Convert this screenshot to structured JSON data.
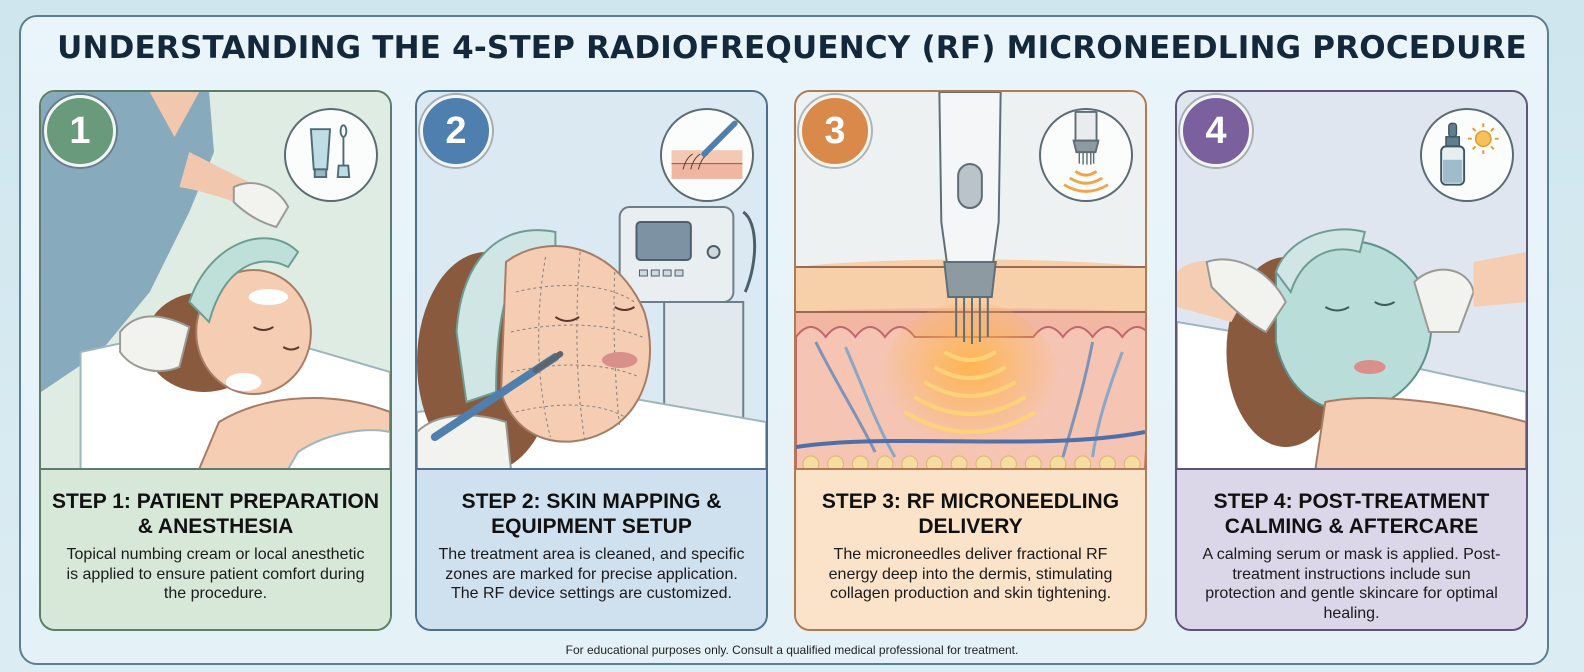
{
  "title": "UNDERSTANDING THE 4-STEP RADIOFREQUENCY (RF) MICRONEEDLING PROCEDURE",
  "steps": [
    {
      "number": "1",
      "title_line1": "STEP 1: PATIENT PREPARATION",
      "title_line2": "& ANESTHESIA",
      "description": "Topical numbing cream or local anesthetic is applied to ensure patient comfort during the procedure.",
      "icon": "cream-tube-and-applicator-icon",
      "illustration": "clinician applying numbing cream to patient's face",
      "colors": {
        "accent": "#6a9a7c",
        "border": "#5d7d68",
        "panel": "#d7e8d9",
        "illus_bg": "#dfece3"
      }
    },
    {
      "number": "2",
      "title_line1": "STEP 2: SKIN MAPPING &",
      "title_line2": "EQUIPMENT SETUP",
      "description": "The treatment area is cleaned, and specific zones are marked for precise application. The RF device settings are customized.",
      "icon": "marker-pen-on-skin-icon",
      "illustration": "face marked with dotted grid next to RF device console",
      "colors": {
        "accent": "#4e7fae",
        "border": "#4d6f8c",
        "panel": "#cfe1ee",
        "illus_bg": "#dbe9f2"
      }
    },
    {
      "number": "3",
      "title_line1": "STEP 3: RF MICRONEEDLING",
      "title_line2": "DELIVERY",
      "description": "The microneedles deliver fractional RF energy deep into the dermis, stimulating collagen production and skin tightening.",
      "icon": "rf-handpiece-with-waves-icon",
      "illustration": "RF handpiece needles penetrating skin layers with energy waves",
      "colors": {
        "accent": "#d98a4a",
        "border": "#b27a4f",
        "panel": "#fbe3c9",
        "illus_bg": "#eef2f2"
      }
    },
    {
      "number": "4",
      "title_line1": "STEP 4: POST-TREATMENT",
      "title_line2": "CALMING & AFTERCARE",
      "description": "A calming serum or mask is applied. Post-treatment instructions include sun protection and gentle skincare for optimal healing.",
      "icon": "serum-bottle-and-sun-icon",
      "illustration": "patient with calming gel mask applied",
      "colors": {
        "accent": "#7a619e",
        "border": "#5e5474",
        "panel": "#dcd6e9",
        "illus_bg": "#dfe6f0"
      }
    }
  ],
  "footer": "For educational purposes only. Consult a qualified medical professional for treatment."
}
